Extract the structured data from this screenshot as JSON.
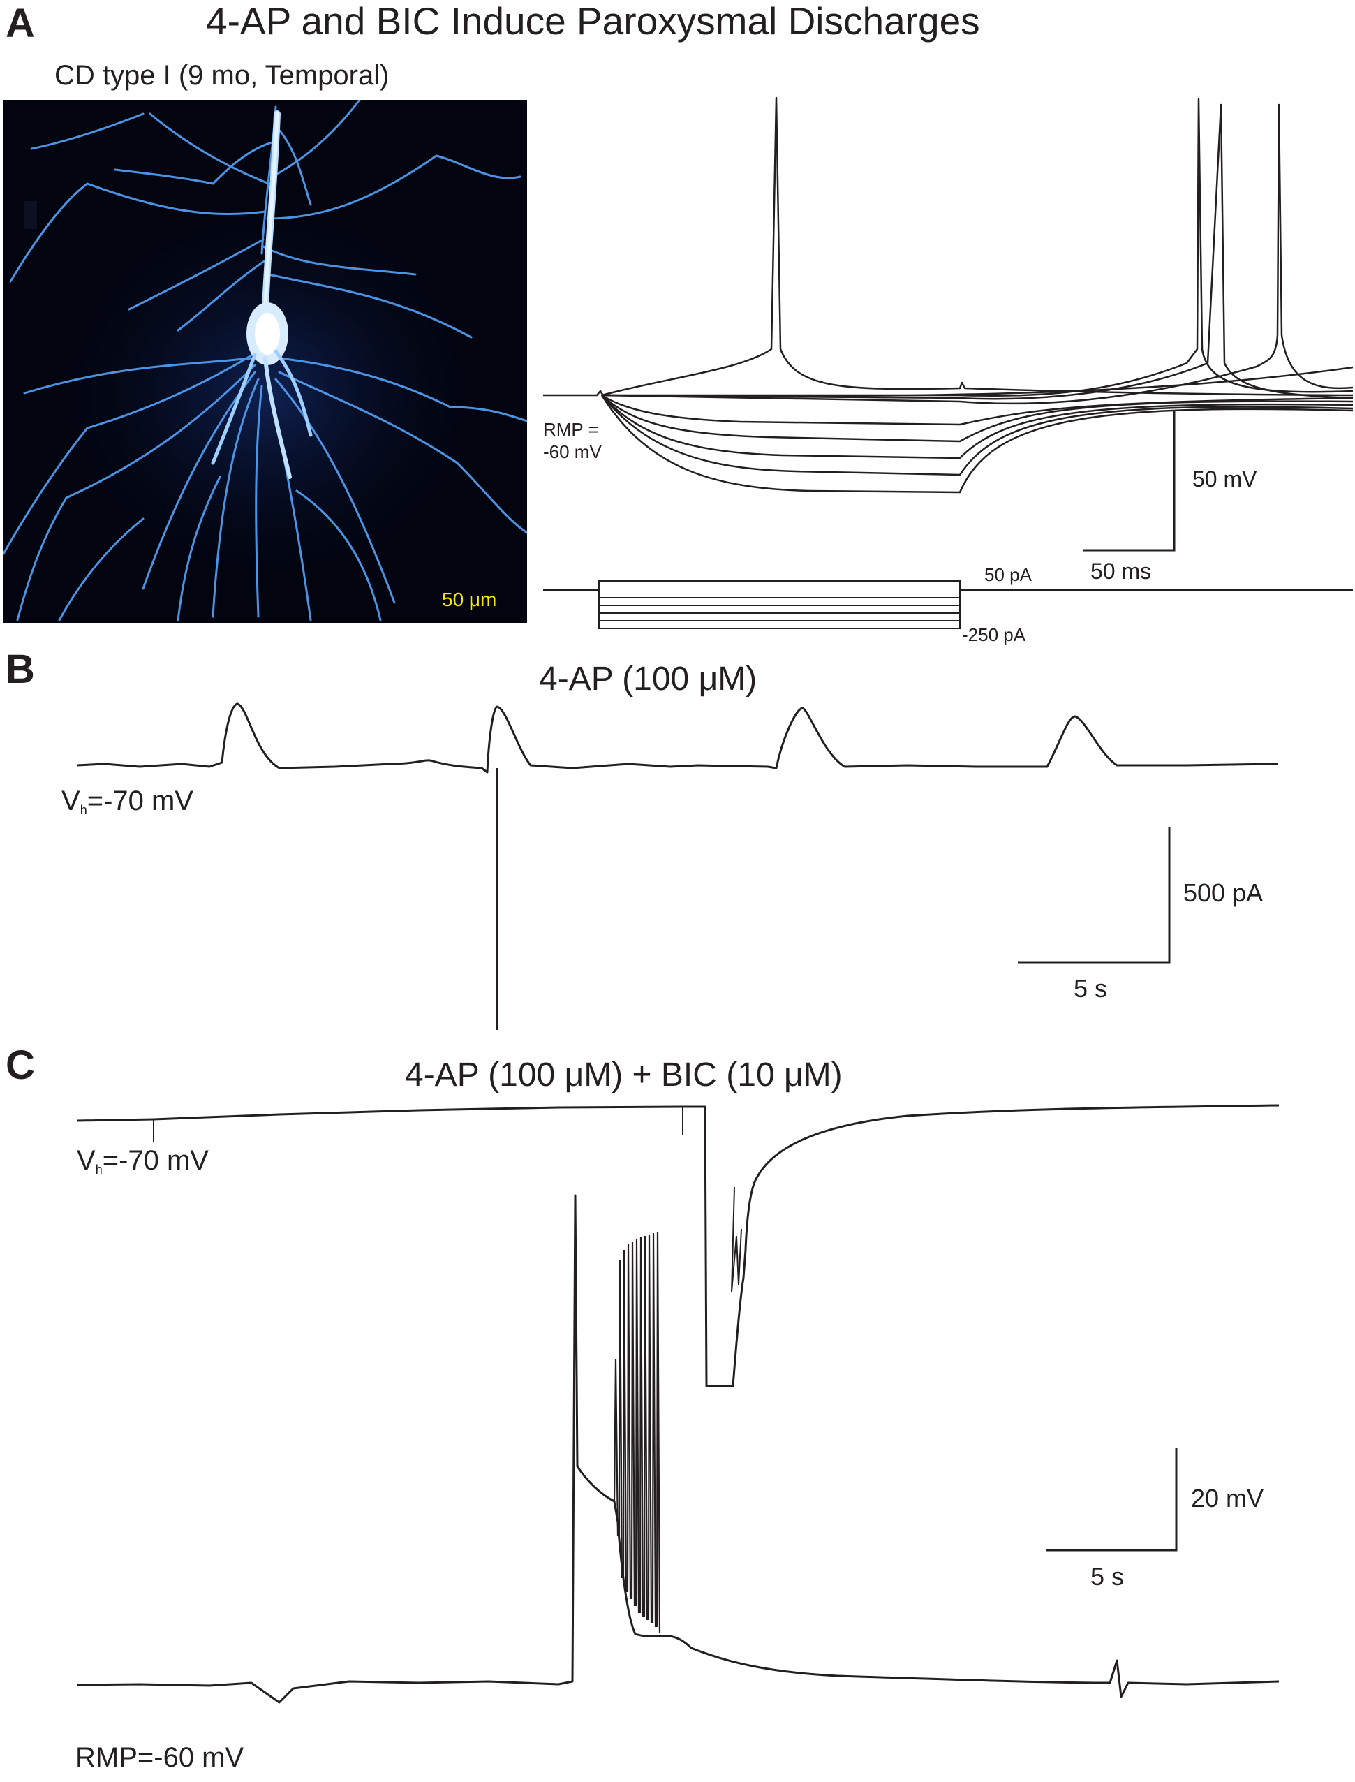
{
  "panels": {
    "a": {
      "letter": "A",
      "title": "4-AP and BIC Induce Paroxysmal Discharges",
      "image_caption": "CD type I (9 mo, Temporal)",
      "image_scale": "50 μm",
      "rmp_line1": "RMP =",
      "rmp_line2": "-60 mV",
      "scale_voltage": "50 mV",
      "scale_time": "50 ms",
      "step_top": "50 pA",
      "step_bottom": "-250 pA"
    },
    "b": {
      "letter": "B",
      "title": "4-AP (100 μM)",
      "vh_prefix": "V",
      "vh_sub": "h",
      "vh_suffix": "=-70 mV",
      "scale_current": "500 pA",
      "scale_time": "5 s"
    },
    "c": {
      "letter": "C",
      "title": "4-AP (100 μM) + BIC (10 μM)",
      "vh_prefix": "V",
      "vh_sub": "h",
      "vh_suffix": "=-70 mV",
      "rmp": "RMP=-60 mV",
      "scale_voltage": "20 mV",
      "scale_time": "5 s"
    }
  },
  "colors": {
    "trace": "#231f20",
    "micrograph_bg": "#02040f",
    "neuron": "#5aa9ff",
    "neuron_bright": "#e6f4ff",
    "image_scalebar": "#ffe600"
  }
}
